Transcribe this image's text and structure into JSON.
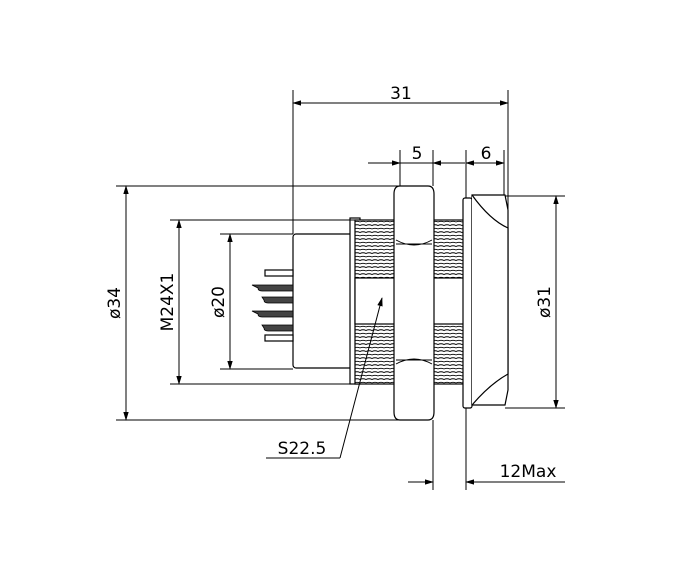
{
  "dimensions": {
    "overall_length": "31",
    "nut_width": "5",
    "head_width": "6",
    "outer_diameter": "ø34",
    "thread_spec": "M24X1",
    "inner_diameter": "ø20",
    "head_diameter": "ø31",
    "wrench_size": "S22.5",
    "panel_thickness": "12Max"
  }
}
